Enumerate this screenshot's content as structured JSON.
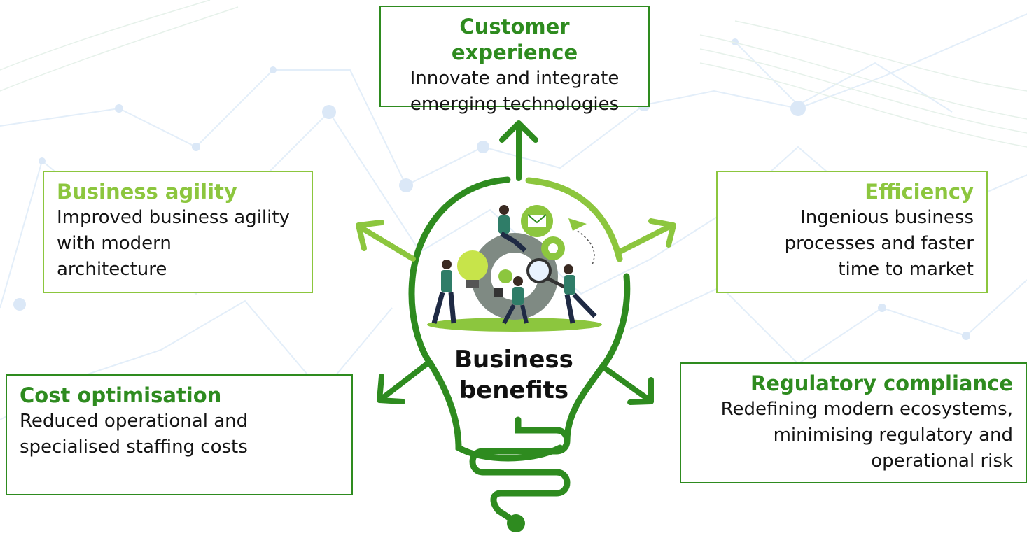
{
  "center": {
    "line1": "Business",
    "line2": "benefits"
  },
  "colors": {
    "dark_green": "#2e8b1f",
    "light_green": "#8cc63e",
    "background_pattern": "#e3eef9"
  },
  "benefits": {
    "customer_experience": {
      "title": "Customer experience",
      "desc": [
        "Innovate and integrate",
        "emerging technologies"
      ]
    },
    "business_agility": {
      "title": "Business agility",
      "desc": [
        "Improved business agility",
        "with modern",
        "architecture"
      ]
    },
    "efficiency": {
      "title": "Efficiency",
      "desc": [
        "Ingenious business",
        "processes and faster",
        "time to market"
      ]
    },
    "cost_optimisation": {
      "title": "Cost optimisation",
      "desc": [
        "Reduced operational and",
        "specialised staffing costs"
      ]
    },
    "regulatory_compliance": {
      "title": "Regulatory compliance",
      "desc": [
        "Redefining modern ecosystems,",
        "minimising regulatory and",
        "operational risk"
      ]
    }
  },
  "icons": [
    "lightbulb-outline-icon",
    "team-illustration-icon",
    "gear-icon",
    "envelope-icon",
    "paper-plane-icon",
    "magnifier-icon"
  ]
}
